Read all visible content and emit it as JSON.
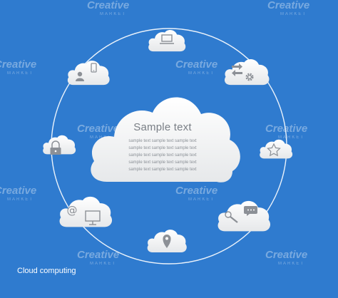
{
  "center": {
    "title": "Sample text",
    "lines": [
      "sample text sample text sample text",
      "sample text sample text sample text",
      "sample text sample text sample text",
      "sample text sample text sample text",
      "sample text sample text sample text"
    ]
  },
  "caption": "Cloud computing",
  "watermark": {
    "brand": "Creative",
    "sub": "MARKET"
  },
  "colors": {
    "background": "#2f7bcf",
    "cloud": "#ffffff",
    "ring": "#ffffff",
    "icon": "#8c9096"
  },
  "clouds": [
    {
      "id": "laptop",
      "icons": [
        "laptop-icon"
      ]
    },
    {
      "id": "user-phone",
      "icons": [
        "user-icon",
        "smartphone-icon"
      ]
    },
    {
      "id": "transfer-settings",
      "icons": [
        "transfer-arrows-icon",
        "gear-icon"
      ]
    },
    {
      "id": "lock",
      "icons": [
        "padlock-icon"
      ]
    },
    {
      "id": "star",
      "icons": [
        "star-icon"
      ]
    },
    {
      "id": "email-monitor",
      "icons": [
        "at-sign-icon",
        "monitor-icon"
      ]
    },
    {
      "id": "search-chat",
      "icons": [
        "magnifier-icon",
        "chat-bubble-icon"
      ]
    },
    {
      "id": "location",
      "icons": [
        "map-pin-icon"
      ]
    }
  ]
}
